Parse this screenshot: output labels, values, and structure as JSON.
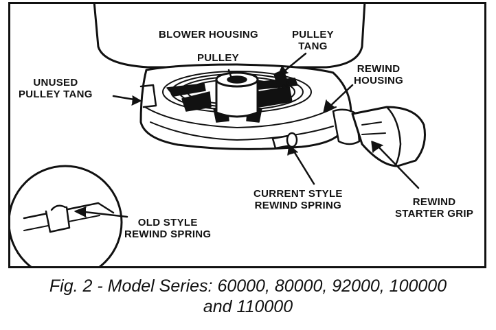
{
  "labels": {
    "blower_housing": "BLOWER HOUSING",
    "pulley": "PULLEY",
    "pulley_tang": [
      "PULLEY",
      "TANG"
    ],
    "rewind_housing": [
      "REWIND",
      "HOUSING"
    ],
    "unused_pulley_tang": [
      "UNUSED",
      "PULLEY TANG"
    ],
    "current_style_rewind_spring": [
      "CURRENT STYLE",
      "REWIND SPRING"
    ],
    "rewind_starter_grip": [
      "REWIND",
      "STARTER GRIP"
    ],
    "old_style_rewind_spring": [
      "OLD STYLE",
      "REWIND SPRING"
    ]
  },
  "caption": {
    "line1": "Fig.  2 - Model Series: 60000, 80000, 92000, 100000",
    "line2": "and 110000"
  },
  "colors": {
    "ink": "#111111",
    "paper": "#ffffff"
  }
}
